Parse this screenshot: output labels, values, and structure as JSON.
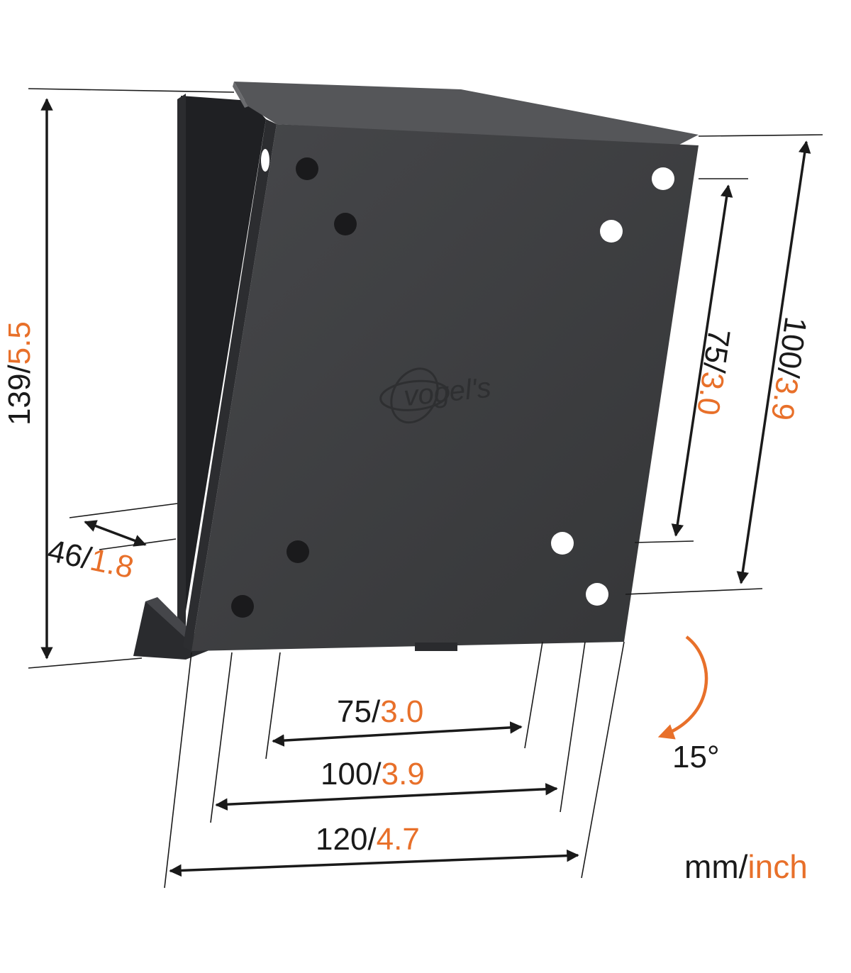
{
  "product": {
    "brand_logo": "vogel's",
    "colors": {
      "plate": "#3b3c3e",
      "plate_edge": "#2a2b2d",
      "bracket": "#222326",
      "hole": "#1a1a1c",
      "ink": "#1a1a1a",
      "accent": "#e8702a"
    }
  },
  "dimensions": {
    "height": {
      "mm": "139",
      "sep": "/",
      "inch": "5.5"
    },
    "depth": {
      "mm": "46",
      "sep": "/",
      "inch": "1.8"
    },
    "vesa_v_small": {
      "mm": "75",
      "sep": "/",
      "inch": "3.0"
    },
    "vesa_v_large": {
      "mm": "100",
      "sep": "/",
      "inch": "3.9"
    },
    "vesa_h_small": {
      "mm": "75",
      "sep": "/",
      "inch": "3.0"
    },
    "vesa_h_large": {
      "mm": "100",
      "sep": "/",
      "inch": "3.9"
    },
    "width": {
      "mm": "120",
      "sep": "/",
      "inch": "4.7"
    }
  },
  "tilt": {
    "label": "15°",
    "icon": "tilt-arrow-icon"
  },
  "units": {
    "mm": "mm",
    "sep": "/",
    "inch": "inch"
  }
}
